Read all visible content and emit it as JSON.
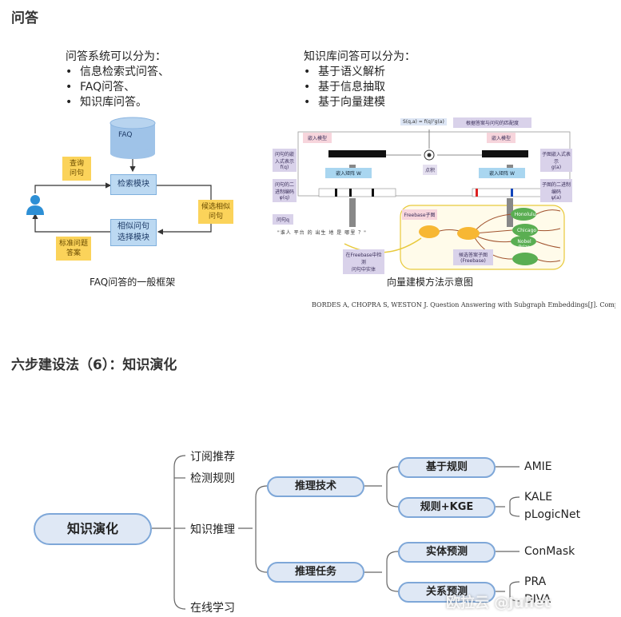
{
  "top_title": "问答",
  "left_list": {
    "intro": "问答系统可以分为：",
    "items": [
      "信息检索式问答、",
      "FAQ问答、",
      "知识库问答。"
    ]
  },
  "right_list": {
    "intro": "知识库问答可以分为：",
    "items": [
      "基于语义解析",
      "基于信息抽取",
      "基于向量建模"
    ]
  },
  "faq_diagram": {
    "db_label": "FAQ",
    "query_label": "查询\n问句",
    "retrieval_label": "检索模块",
    "candidate_label": "候选相似\n问句",
    "select_label": "相似问句\n选择模块",
    "answer_label": "标准问题\n答案",
    "caption": "FAQ问答的一般框架"
  },
  "vector_diagram": {
    "score_formula": "S(q,a) = f(q)ᵀg(a)",
    "score_note": "根据答案与问句的匹配度",
    "q_embed": "嵌入模型",
    "a_embed": "嵌入模型",
    "q_vec_note": "问句的嵌入式表示\nf(q)",
    "a_vec_note": "子图嵌入式表示\ng(a)",
    "q_sparse_note": "问句的二进制编码\nφ(q)",
    "a_sparse_note": "子图的二进制编码\nψ(a)",
    "dot_label": "点积",
    "q_embed_box": "嵌入矩阵 W",
    "a_embed_box": "嵌入矩阵 W",
    "question_label": "问句q",
    "question_text": "\"谁人 平台 的 出生 地 是 哪里 ？\"",
    "freebase_label": "Freebase子图",
    "freebase_note": "在Freebase中检测\n问句中实体",
    "subgraph_note": "候选答案子图\n(Freebase)",
    "answer_nodes": [
      "Honolulu",
      "Chicago",
      "Nobel Prize"
    ],
    "caption": "向量建模方法示意图"
  },
  "citation": "BORDES A, CHOPRA S, WESTON J. Question Answering with Subgraph Embeddings[J]. Computer Science",
  "section_title": "六步建设法（6）：知识演化",
  "mindmap": {
    "root": "知识演化",
    "level1": [
      "订阅推荐",
      "检测规则",
      "知识推理",
      "在线学习"
    ],
    "reasoning_tech": "推理技术",
    "reasoning_task": "推理任务",
    "rule_based": "基于规则",
    "rule_kge": "规则+KGE",
    "entity_pred": "实体预测",
    "relation_pred": "关系预测",
    "amie": "AMIE",
    "kale": "KALE",
    "plogicnet": "pLogicNet",
    "conmask": "ConMask",
    "pra": "PRA",
    "dva": "DIVA"
  },
  "watermark": "欧拉云 @Juliet",
  "colors": {
    "yellow": "#fbd35a",
    "light_blue": "#bcd9f2",
    "node_border": "#7ea7d8",
    "node_fill": "#dfe8f5",
    "user_icon": "#2d8fd5"
  }
}
